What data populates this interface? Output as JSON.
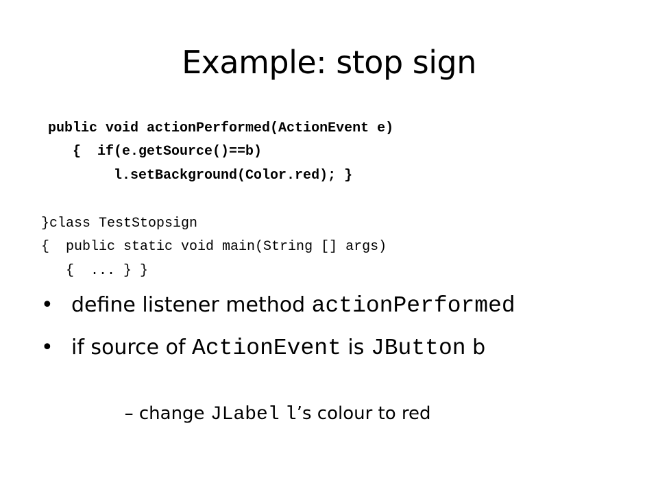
{
  "slide": {
    "title": "Example: stop sign",
    "code_bold": [
      "public void actionPerformed(ActionEvent e)",
      "   {  if(e.getSource()==b)",
      "        l.setBackground(Color.red); }"
    ],
    "code_regular": [
      "}class TestStopsign",
      "{  public static void main(String [] args)",
      "   {  ... } }"
    ],
    "bullets": [
      {
        "marker": "•",
        "parts": [
          "define listener method ",
          "actionPerformed"
        ]
      },
      {
        "marker": "•",
        "parts": [
          "if source of ",
          "ActionEvent",
          " is ",
          "JButton",
          " b"
        ]
      }
    ],
    "sub_bullet": {
      "marker": "–",
      "parts": [
        "change ",
        "JLabel",
        " ",
        "l",
        "’s colour to red"
      ]
    }
  }
}
